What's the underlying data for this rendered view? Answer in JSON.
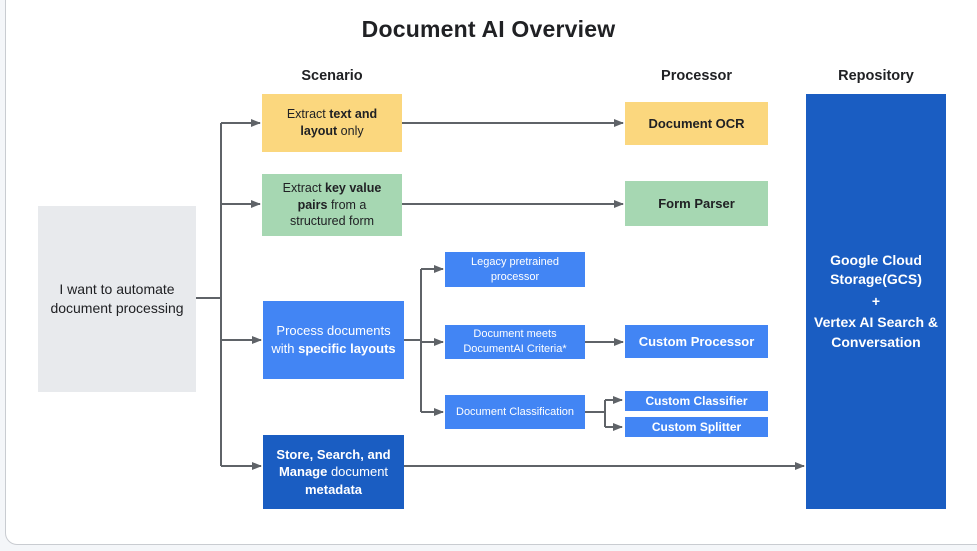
{
  "title": "Document AI Overview",
  "headers": {
    "scenario": "Scenario",
    "processor": "Processor",
    "repository": "Repository"
  },
  "start_node": {
    "label": "I want to automate document processing"
  },
  "scenarios": {
    "extract_text": {
      "pre": "Extract ",
      "bold": "text and layout",
      "post": " only"
    },
    "extract_kv": {
      "pre": "Extract ",
      "bold": "key value pairs",
      "post": " from a structured form"
    },
    "specific_layouts": {
      "pre": "Process documents with ",
      "bold": "specific layouts",
      "post": ""
    },
    "store_search": {
      "bold1": "Store, Search, and Manage",
      "mid": " document ",
      "bold2": "metadata"
    }
  },
  "processors": {
    "document_ocr": "Document OCR",
    "form_parser": "Form Parser",
    "legacy_pretrained": "Legacy pretrained processor",
    "criteria": "Document meets DocumentAI Criteria*",
    "custom_processor": "Custom Processor",
    "classification": "Document Classification",
    "custom_classifier": "Custom Classifier",
    "custom_splitter": "Custom Splitter"
  },
  "repository": {
    "line1": "Google Cloud Storage(GCS)",
    "plus": "+",
    "line2": "Vertex AI Search & Conversation"
  },
  "colors": {
    "yellow": "#FBD77E",
    "green": "#A6D7B2",
    "blue": "#4285F4",
    "dark_blue": "#1A5DC2",
    "gray": "#E8EAED",
    "arrow": "#5F6368"
  }
}
